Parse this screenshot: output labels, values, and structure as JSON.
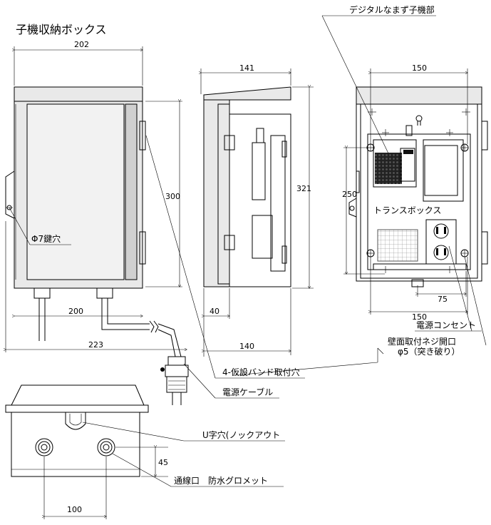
{
  "title": "子機収納ボックス",
  "labels": {
    "digital_namazu": "デジタルなまず子機部",
    "key_hole": "Φ7鍵穴",
    "trans_box": "トランスボックス",
    "outlet": "電源コンセント",
    "wall_mount": "壁面取付ネジ開口",
    "wall_mount_sub": "φ5（突き破り）",
    "band": "4-仮設バンド取付穴",
    "cable": "電源ケーブル",
    "u_hole": "U字穴(ノックアウト",
    "grommet": "通線口　防水グロメット"
  },
  "dims": {
    "front_width": "202",
    "front_height": "300",
    "front_inner": "200",
    "front_total": "223",
    "side_top": "141",
    "side_height": "321",
    "side_bottom": "40",
    "side_total": "140",
    "rear_top": "150",
    "rear_height": "250",
    "rear_bottom": "150",
    "outlet_w": "75",
    "bottom_height": "45",
    "bottom_pitch": "100"
  }
}
